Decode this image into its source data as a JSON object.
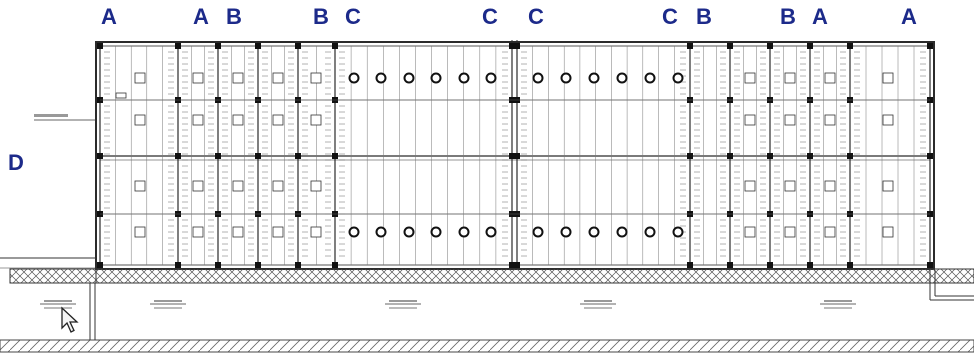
{
  "zone_labels": [
    "A",
    "A",
    "B",
    "B",
    "C",
    "C",
    "C",
    "C",
    "B",
    "B",
    "A",
    "A"
  ],
  "side_label": "D",
  "colors": {
    "label": "#1c2a8a",
    "line": "#2b2b2b",
    "hatch": "#555555",
    "background": "#ffffff"
  },
  "icons": {
    "cursor": "mouse-pointer-icon"
  }
}
